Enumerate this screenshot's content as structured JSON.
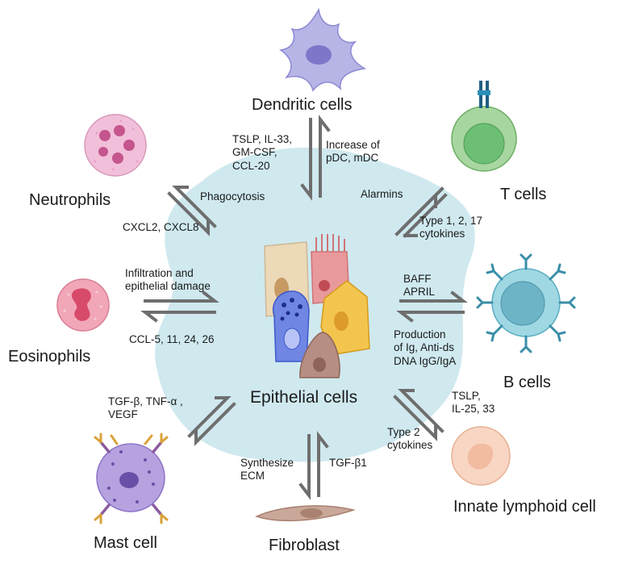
{
  "center": {
    "label": "Epithelial cells"
  },
  "cells": {
    "dendritic": "Dendritic cells",
    "t_cells": "T cells",
    "b_cells": "B cells",
    "ilc": "Innate lymphoid cell",
    "fibroblast": "Fibroblast",
    "mast": "Mast cell",
    "eosinophils": "Eosinophils",
    "neutrophils": "Neutrophils"
  },
  "signals": {
    "dc_to_epi": [
      "TSLP, IL-33,",
      "GM-CSF,",
      "CCL-20"
    ],
    "epi_to_dc": [
      "Increase of",
      "pDC, mDC"
    ],
    "t_alarmins": "Alarmins",
    "t_cytokines": [
      "Type 1, 2, 17",
      "cytokines"
    ],
    "b_factors": [
      "BAFF",
      "APRIL"
    ],
    "b_production": [
      "Production",
      "of Ig, Anti-ds",
      "DNA IgG/IgA"
    ],
    "ilc_tslp": [
      "TSLP,",
      "IL-25, 33"
    ],
    "ilc_type2": [
      "Type 2",
      "cytokines"
    ],
    "fib_synth": [
      "Synthesize",
      "ECM"
    ],
    "fib_tgf": "TGF-β1",
    "mast_factors": [
      "TGF-β, TNF-α ,",
      "VEGF"
    ],
    "eos_infiltration": [
      "Infiltration and",
      "epithelial damage"
    ],
    "eos_ccl": "CCL-5, 11, 24, 26",
    "neu_phago": "Phagocytosis",
    "neu_cxcl": "CXCL2, CXCL8"
  },
  "colors": {
    "blob": "#cfe9ef",
    "arrow": "#6e6e6e",
    "dendritic": "#b7b4e6",
    "t_cell": "#a7d6a0",
    "b_cell": "#9fd7e3",
    "ilc": "#f8d6c3",
    "fibroblast": "#c9a89a",
    "mast": "#b7a2e0",
    "eosinophil": "#f2a7b8",
    "neutrophil": "#f1bfd9"
  }
}
